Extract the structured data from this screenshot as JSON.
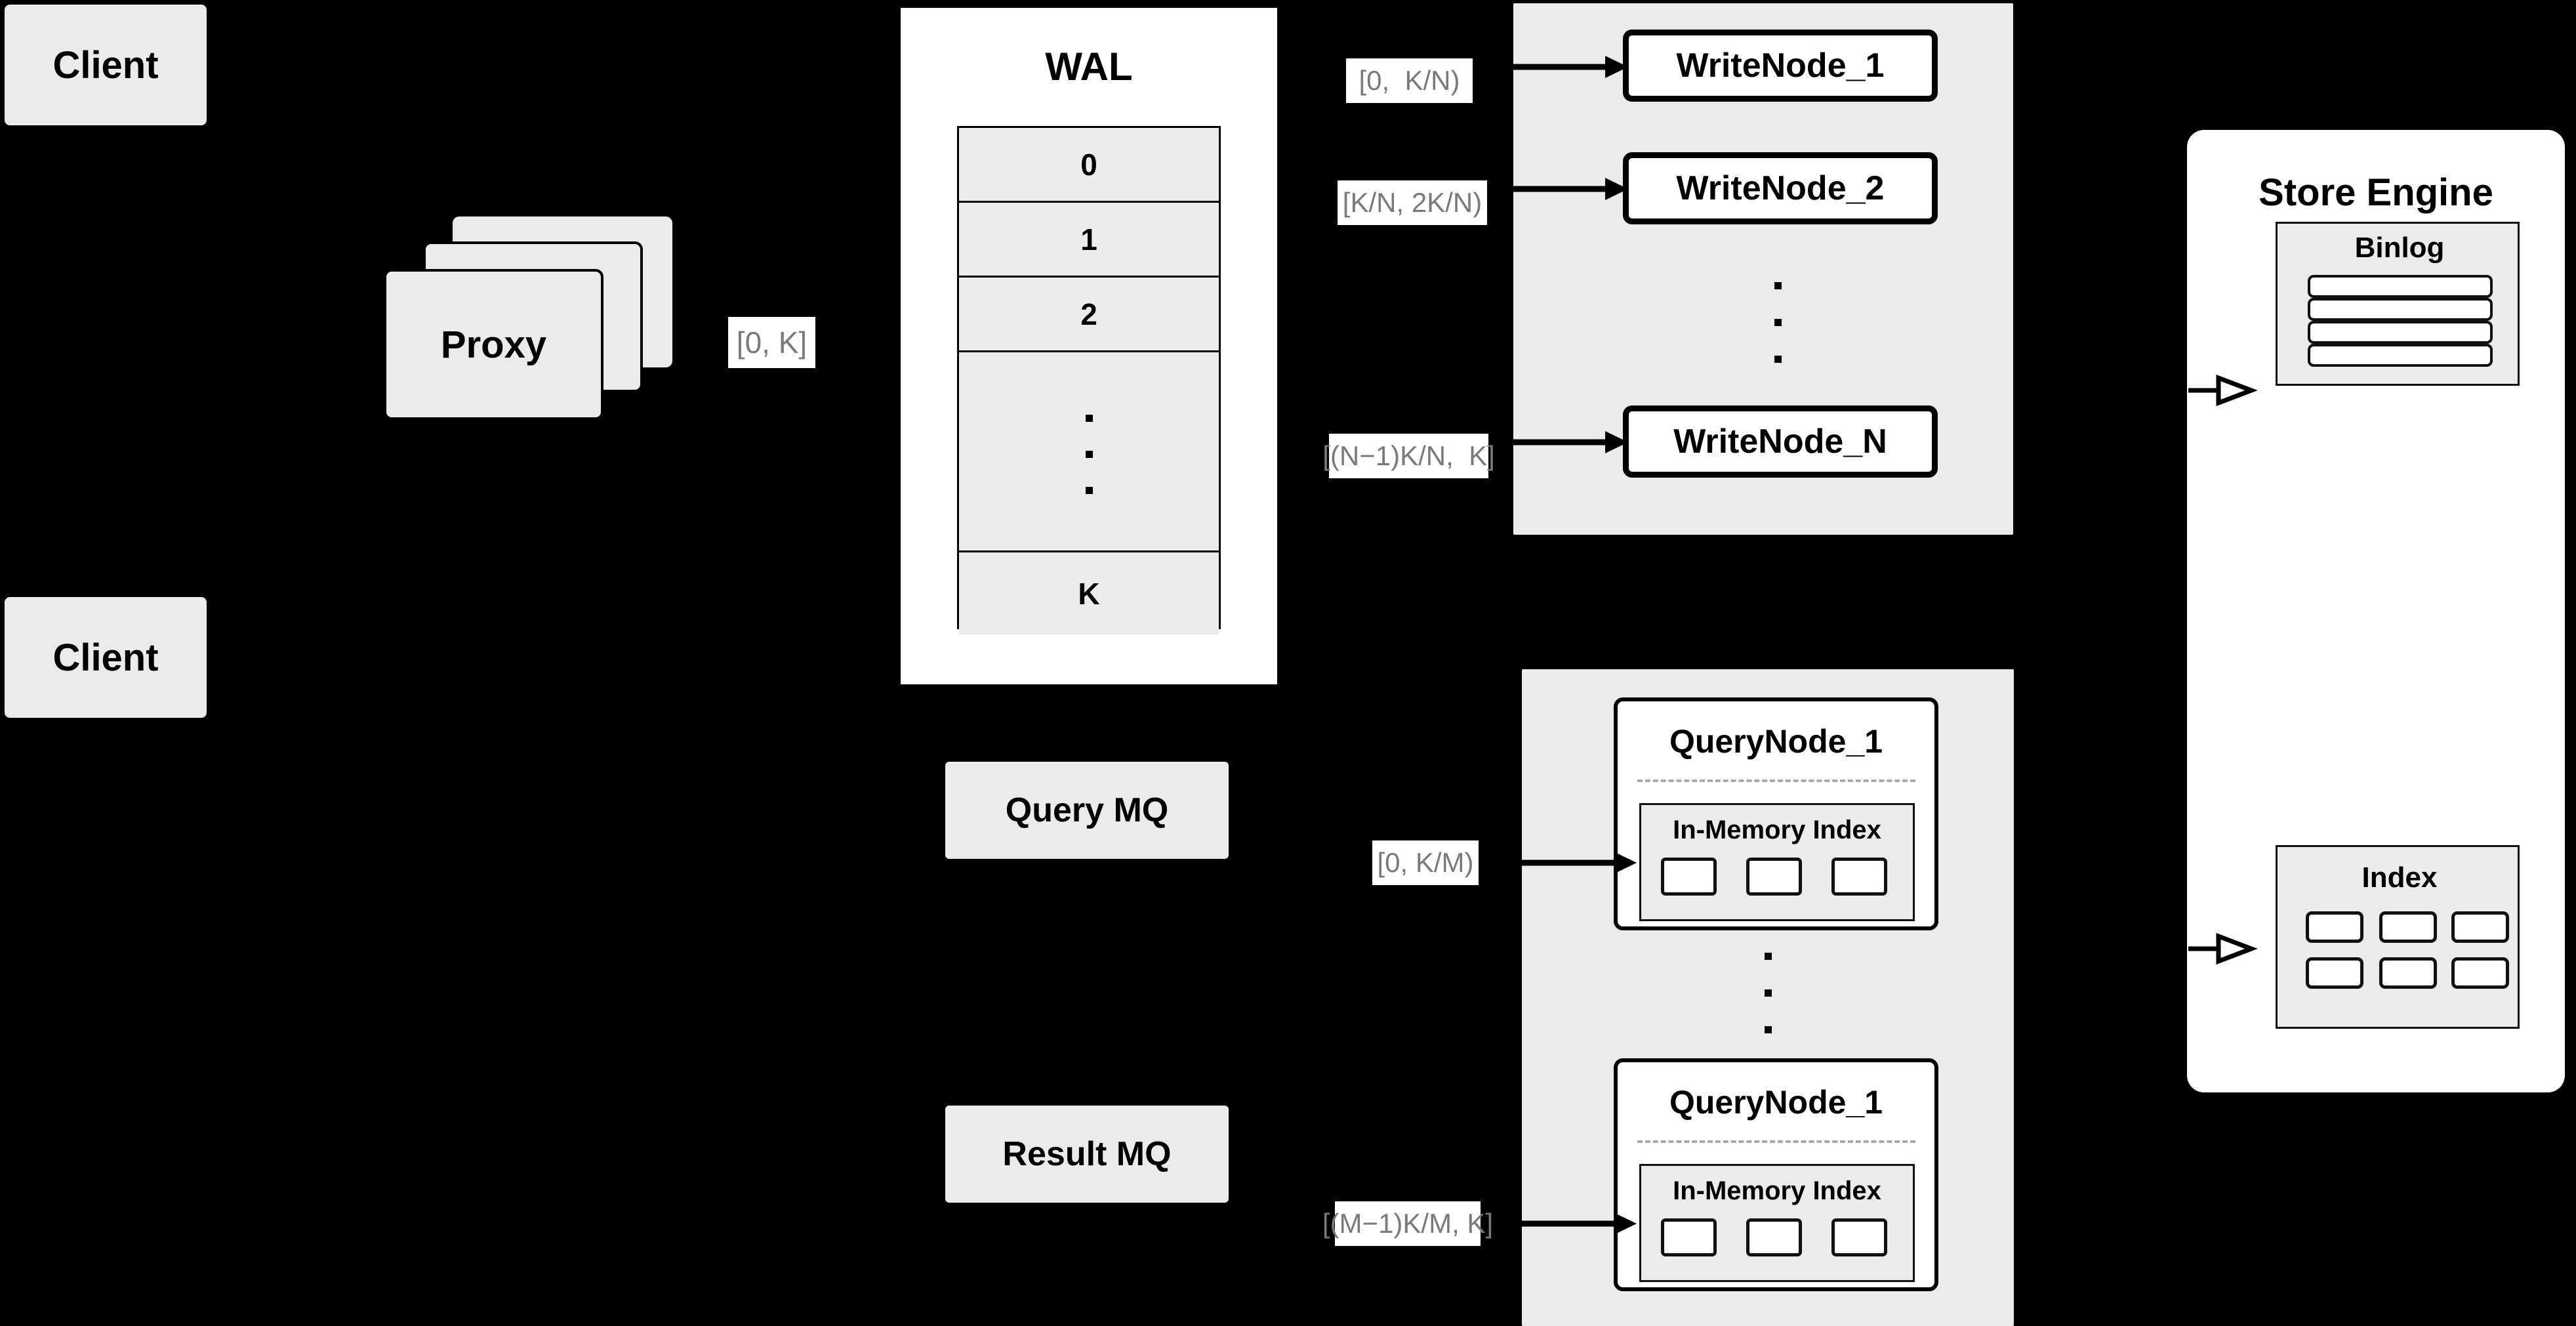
{
  "diagram": {
    "background_color": "#000000",
    "node_fill": "#ebebeb",
    "panel_fill": "#ffffff",
    "label_text_color": "#7a7a7a",
    "clients": [
      {
        "label": "Client"
      },
      {
        "label": "Client"
      }
    ],
    "proxy": {
      "label": "Proxy",
      "stack_count": 3
    },
    "proxy_range_label": "[0, K]",
    "wal": {
      "title": "WAL",
      "rows": [
        "0",
        "1",
        "2",
        "",
        "K"
      ],
      "ellipsis_dots": 3
    },
    "write_node_group": {
      "nodes": [
        {
          "label": "WriteNode_1",
          "range": "[0,  K/N)"
        },
        {
          "label": "WriteNode_2",
          "range": "[K/N, 2K/N)"
        },
        {
          "label": "WriteNode_N",
          "range": "[(N−1)K/N,  K]"
        }
      ],
      "ellipsis_dots": 3
    },
    "query_mq": {
      "label": "Query MQ"
    },
    "result_mq": {
      "label": "Result MQ"
    },
    "query_node_group": {
      "nodes": [
        {
          "label": "QueryNode_1",
          "range": "[0, K/M)",
          "inner_panel_title": "In-Memory Index",
          "inner_cells": 3
        },
        {
          "label": "QueryNode_1",
          "range": "[(M−1)K/M, K]",
          "inner_panel_title": "In-Memory Index",
          "inner_cells": 3
        }
      ],
      "ellipsis_dots": 3
    },
    "store_engine": {
      "title": "Store Engine",
      "binlog": {
        "title": "Binlog",
        "slots": 4
      },
      "index": {
        "title": "Index",
        "cells": 6
      }
    }
  }
}
